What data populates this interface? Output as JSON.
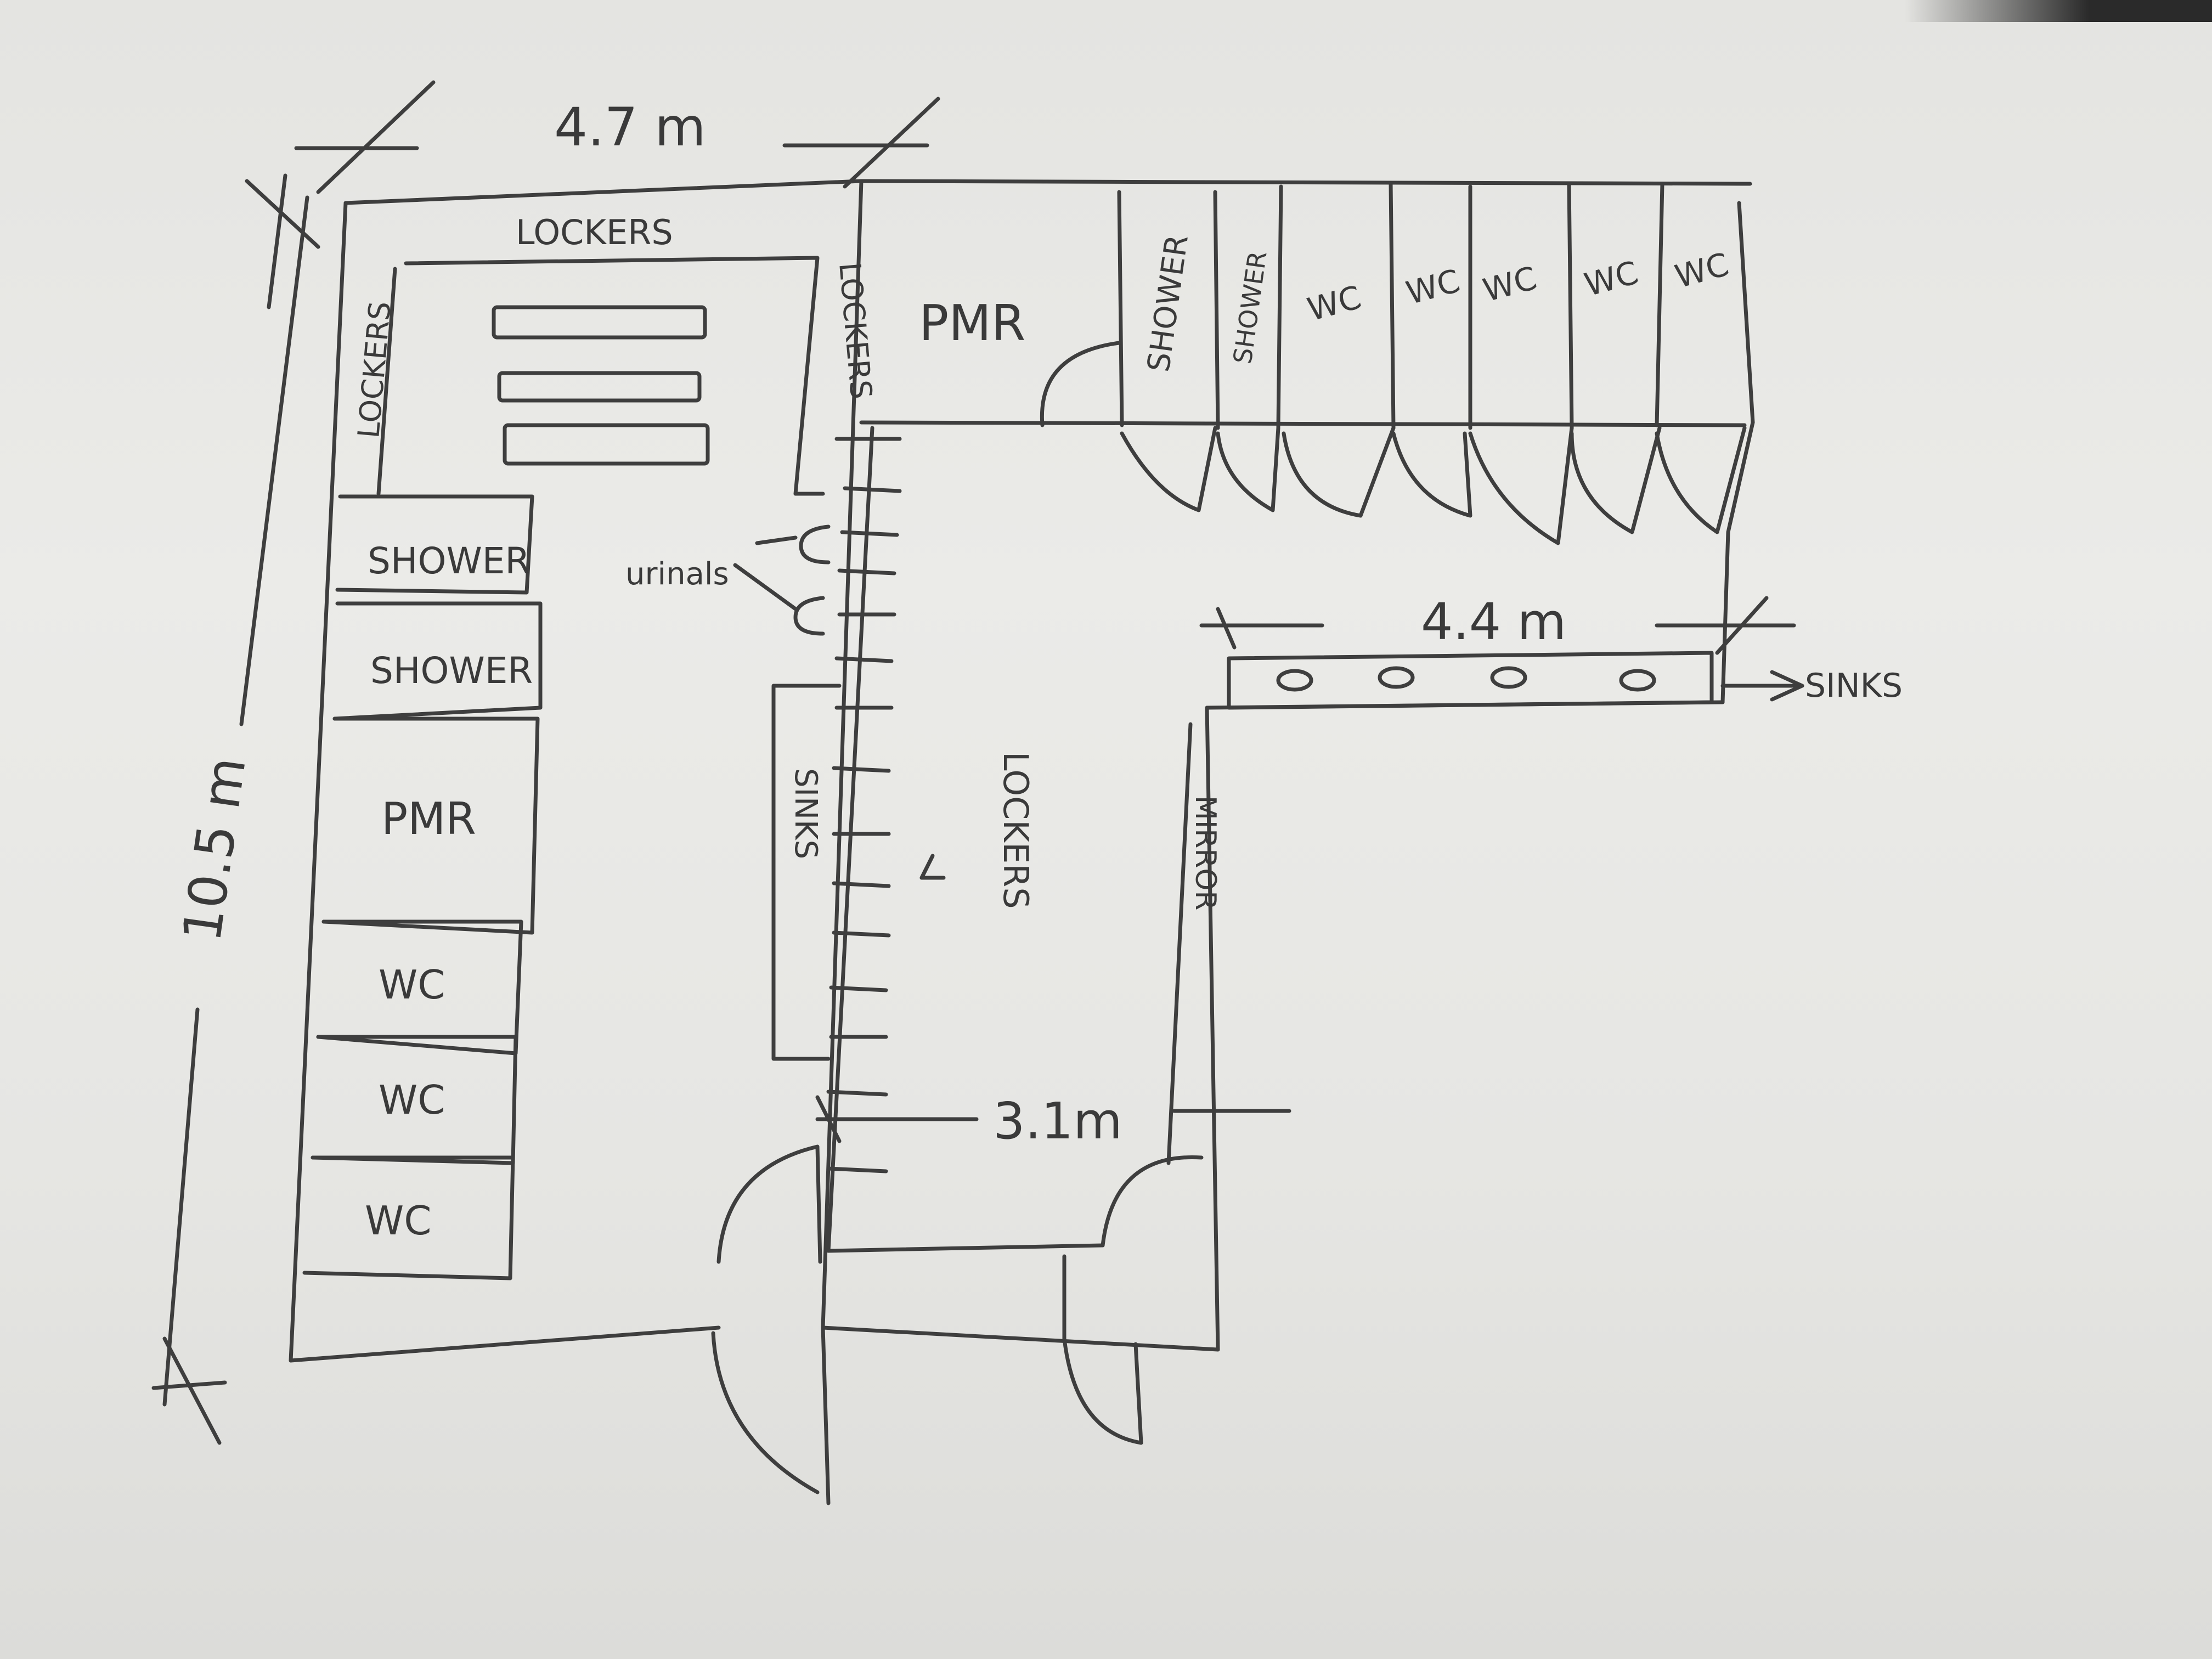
{
  "dimensions": {
    "width": "4.7 m",
    "height": "10.5 m",
    "corridor": "3.1m",
    "sinks_row": "4.4 m"
  },
  "left_block": {
    "lockers_top": "LOCKERS",
    "lockers_left": "LOCKERS",
    "lockers_right": "LOCKERS",
    "shower_1": "SHOWER",
    "shower_2": "SHOWER",
    "pmr": "PMR",
    "wc_1": "WC",
    "wc_2": "WC",
    "wc_3": "WC",
    "urinals": "urinals",
    "sinks": "SINKS"
  },
  "center": {
    "lockers": "LOCKERS",
    "mirror": "MIRROR"
  },
  "top_right": {
    "pmr": "PMR",
    "shower_1": "SHOWER",
    "shower_2": "SHOWER",
    "wc_1": "WC",
    "wc_2": "WC",
    "wc_3": "WC",
    "wc_4": "WC",
    "wc_5": "WC"
  },
  "sinks_label": "SINKS"
}
